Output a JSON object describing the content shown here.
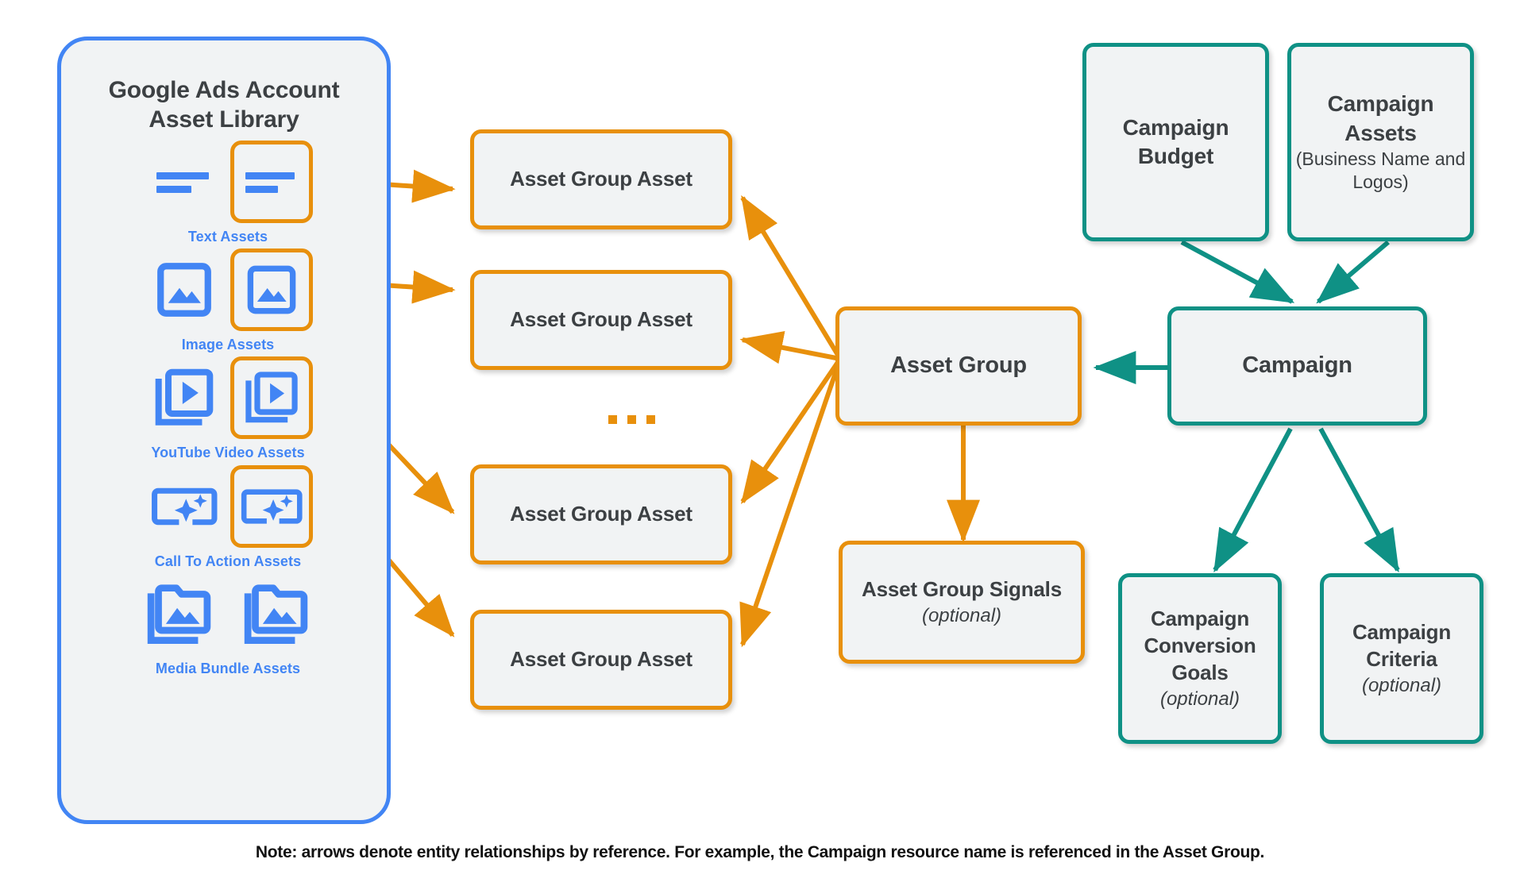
{
  "library": {
    "title_line1": "Google Ads Account",
    "title_line2": "Asset Library",
    "border_color": "#4285f4",
    "fill_color": "#f1f3f4",
    "assets": [
      {
        "caption": "Text Assets",
        "icon": "text-lines-icon"
      },
      {
        "caption": "Image Assets",
        "icon": "image-icon"
      },
      {
        "caption": "YouTube Video  Assets",
        "icon": "video-stack-icon"
      },
      {
        "caption": "Call To Action Assets",
        "icon": "call-to-action-sparkle-icon"
      },
      {
        "caption": "Media Bundle  Assets",
        "icon": "media-bundle-folder-icon"
      }
    ]
  },
  "asset_group_assets": [
    {
      "label": "Asset Group Asset"
    },
    {
      "label": "Asset Group Asset"
    },
    {
      "label": "Asset Group Asset"
    },
    {
      "label": "Asset Group Asset"
    }
  ],
  "ellipsis": "...",
  "asset_group": {
    "label": "Asset Group"
  },
  "asset_group_signals": {
    "label": "Asset Group Signals",
    "optional": "(optional)"
  },
  "campaign_budget": {
    "label": "Campaign Budget"
  },
  "campaign_assets": {
    "label": "Campaign Assets",
    "sub": "(Business Name and Logos)"
  },
  "campaign": {
    "label": "Campaign"
  },
  "campaign_conversion_goals": {
    "label": "Campaign Conversion Goals",
    "optional": "(optional)"
  },
  "campaign_criteria": {
    "label": "Campaign Criteria",
    "optional": "(optional)"
  },
  "footer": {
    "note": "Note: arrows denote entity relationships by reference. For example, the Campaign resource name is referenced in the Asset Group."
  },
  "colors": {
    "orange": "#e8900c",
    "teal": "#0f9185",
    "blue": "#4285f4",
    "node_fill": "#f1f3f4",
    "text": "#3c4043"
  }
}
